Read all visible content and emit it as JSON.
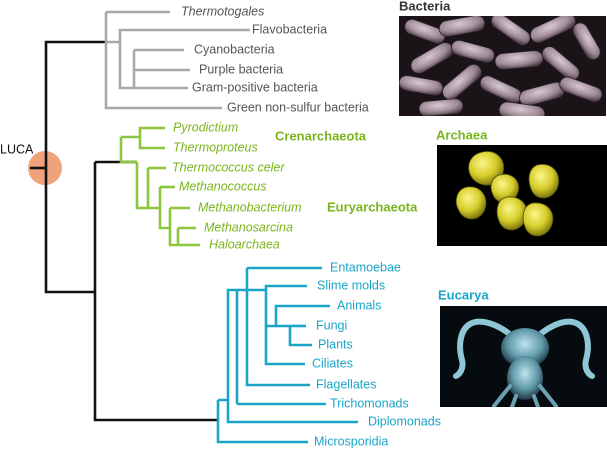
{
  "root": {
    "label": "LUCA",
    "color": "#f0a27a"
  },
  "colors": {
    "root_branch": "#111111",
    "bacteria": "#a9a9a9",
    "archaea": "#8cc63f",
    "eucarya": "#1ba5c8",
    "bacteria_label": "#555555",
    "archaea_label": "#7ab51d",
    "eucarya_label": "#1ba5c8"
  },
  "domains": {
    "bacteria": {
      "title": "Bacteria",
      "taxa": [
        {
          "label": "Thermotogales",
          "italic": true
        },
        {
          "label": "Flavobacteria",
          "italic": false
        },
        {
          "label": "Cyanobacteria",
          "italic": false
        },
        {
          "label": "Purple bacteria",
          "italic": false
        },
        {
          "label": "Gram-positive bacteria",
          "italic": false
        },
        {
          "label": "Green non-sulfur bacteria",
          "italic": false
        }
      ]
    },
    "archaea": {
      "title": "Archaea",
      "groups": [
        "Crenarchaeota",
        "Euryarchaeota"
      ],
      "taxa": [
        {
          "label": "Pyrodictium",
          "italic": true
        },
        {
          "label": "Thermoproteus",
          "italic": true
        },
        {
          "label": "Thermococcus celer",
          "italic": true
        },
        {
          "label": "Methanococcus",
          "italic": true
        },
        {
          "label": "Methanobacterium",
          "italic": true
        },
        {
          "label": "Methanosarcina",
          "italic": true
        },
        {
          "label": "Haloarchaea",
          "italic": true
        }
      ]
    },
    "eucarya": {
      "title": "Eucarya",
      "taxa": [
        {
          "label": "Entamoebae",
          "italic": false
        },
        {
          "label": "Slime molds",
          "italic": false
        },
        {
          "label": "Animals",
          "italic": false
        },
        {
          "label": "Fungi",
          "italic": false
        },
        {
          "label": "Plants",
          "italic": false
        },
        {
          "label": "Ciliates",
          "italic": false
        },
        {
          "label": "Flagellates",
          "italic": false
        },
        {
          "label": "Trichomonads",
          "italic": false
        },
        {
          "label": "Diplomonads",
          "italic": false
        },
        {
          "label": "Microsporidia",
          "italic": false
        }
      ]
    }
  }
}
